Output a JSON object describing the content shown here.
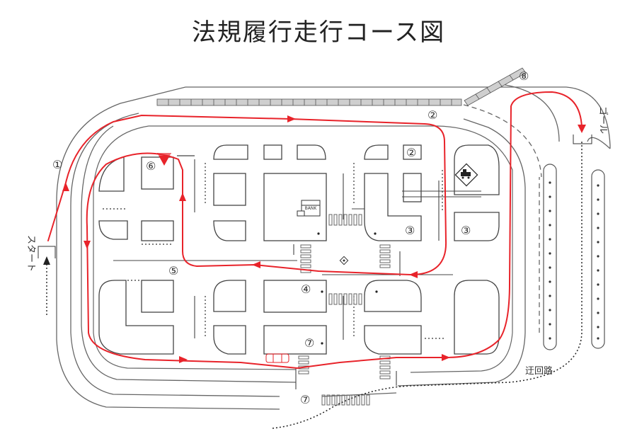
{
  "title": "法規履行走行コース図",
  "labels": {
    "start": "スタート",
    "goal": "ゴール",
    "detour": "迂回路",
    "m1": "①",
    "m2a": "②",
    "m2b": "②",
    "m3a": "③",
    "m3b": "③",
    "m4": "④",
    "m5": "⑤",
    "m6": "⑥",
    "m7a": "⑦",
    "m7b": "⑦",
    "m8": "⑧"
  },
  "icons": [
    "stop-sign-icon",
    "railroad-crossing-icon",
    "building-icon",
    "car-icon",
    "start-arrow-icon",
    "goal-arrow-icon"
  ],
  "colors": {
    "route": "#e8232a",
    "lines": "#555555",
    "detour": "#222222"
  }
}
